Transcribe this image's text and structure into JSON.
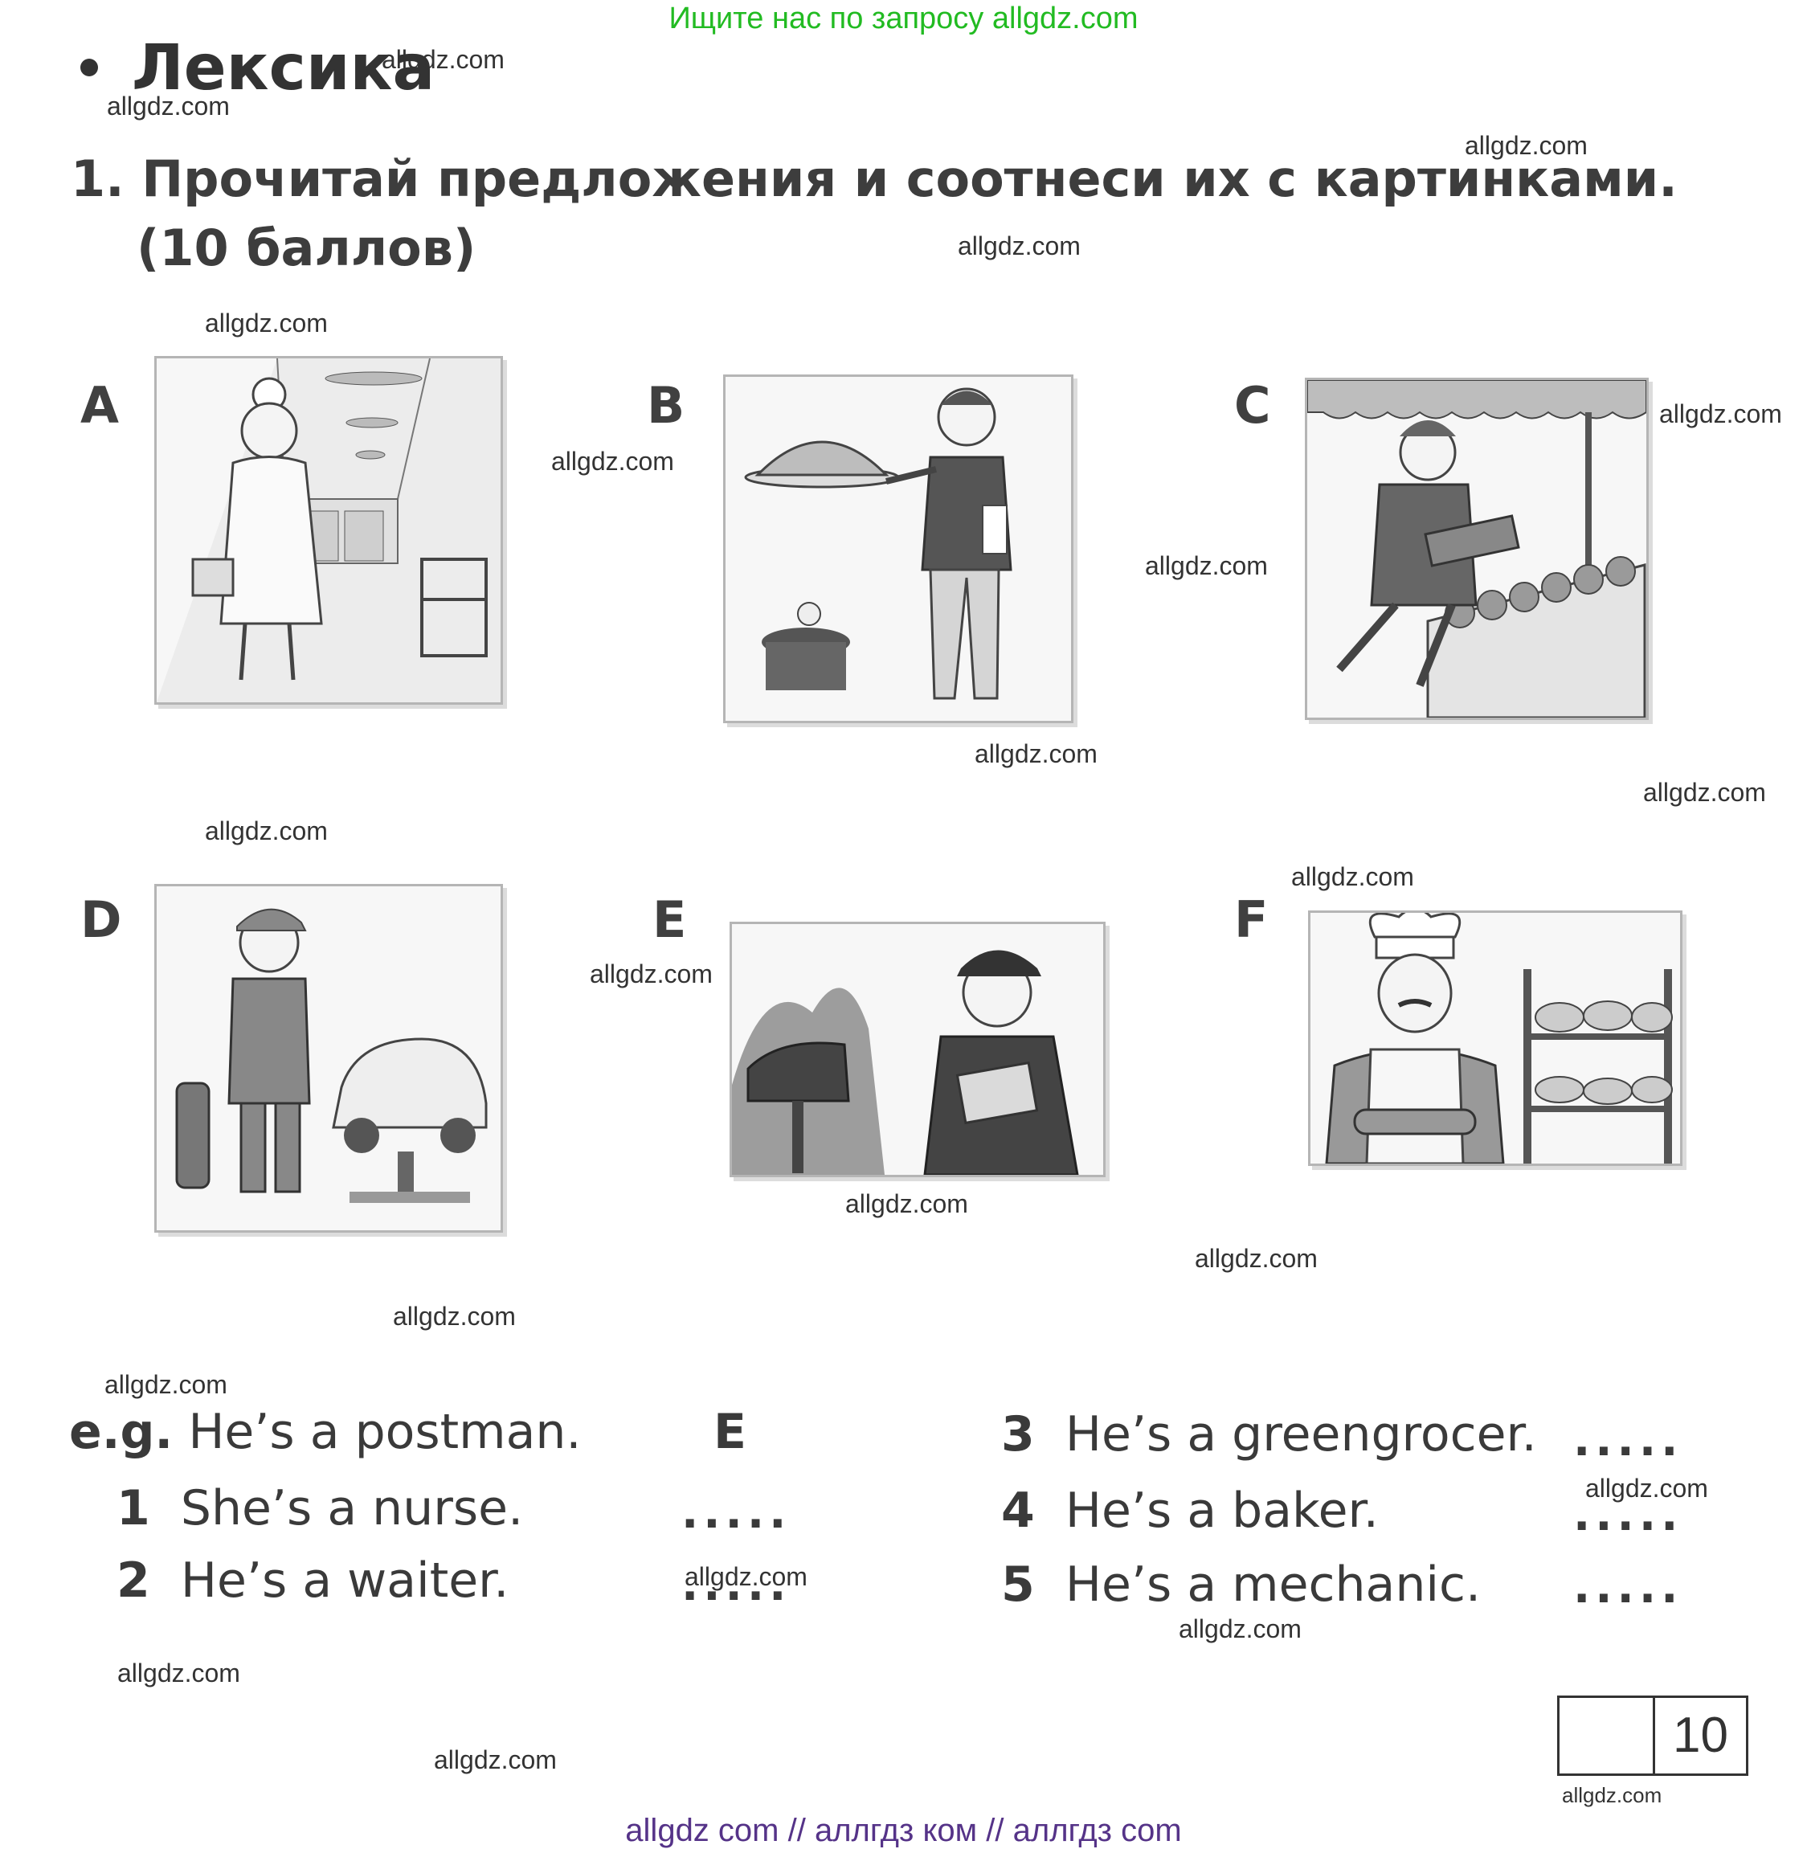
{
  "banner_top": "Ищите нас по запросу allgdz.com",
  "section_title": "Лексика",
  "task": {
    "line1": "1. Прочитай предложения и соотнеси их с картинками.",
    "line2": "(10 баллов)"
  },
  "pictures": [
    {
      "letter": "A",
      "icon": "nurse-illustration"
    },
    {
      "letter": "B",
      "icon": "waiter-illustration"
    },
    {
      "letter": "C",
      "icon": "greengrocer-illustration"
    },
    {
      "letter": "D",
      "icon": "mechanic-illustration"
    },
    {
      "letter": "E",
      "icon": "postman-illustration"
    },
    {
      "letter": "F",
      "icon": "baker-illustration"
    }
  ],
  "example": {
    "label": "e.g.",
    "text": "He’s a postman.",
    "answer": "E"
  },
  "sentences": [
    {
      "num": "1",
      "text": "She’s a nurse.",
      "answer": "....."
    },
    {
      "num": "2",
      "text": "He’s a waiter.",
      "answer": "....."
    },
    {
      "num": "3",
      "text": "He’s a greengrocer.",
      "answer": "....."
    },
    {
      "num": "4",
      "text": "He’s a baker.",
      "answer": "....."
    },
    {
      "num": "5",
      "text": "He’s a mechanic.",
      "answer": "....."
    }
  ],
  "score": {
    "value": "10"
  },
  "watermark": "allgdz.com",
  "banner_bottom": "allgdz com  //  аллгдз ком  //  аллгдз com"
}
